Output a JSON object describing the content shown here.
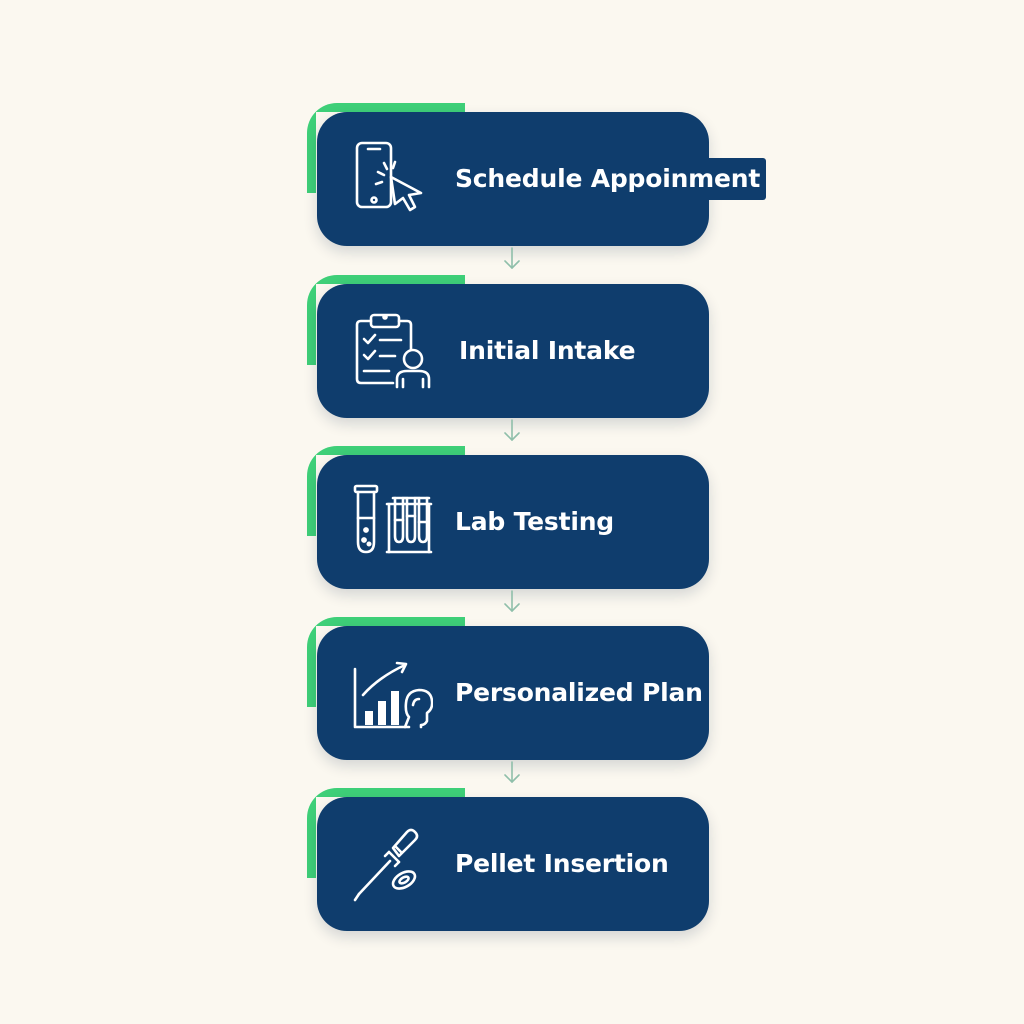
{
  "steps": [
    {
      "title": "Schedule Appoinment",
      "icon": "phone-tap-icon"
    },
    {
      "title": "Initial Intake",
      "icon": "clipboard-person-icon"
    },
    {
      "title": "Lab Testing",
      "icon": "test-tubes-icon"
    },
    {
      "title": "Personalized Plan",
      "icon": "growth-chart-person-icon"
    },
    {
      "title": "Pellet Insertion",
      "icon": "pellet-applicator-icon"
    }
  ],
  "colors": {
    "background": "#fbf8f0",
    "card": "#0f3d6d",
    "accent": "#3ecf78",
    "connector": "#8fbfaa",
    "text": "#ffffff"
  }
}
